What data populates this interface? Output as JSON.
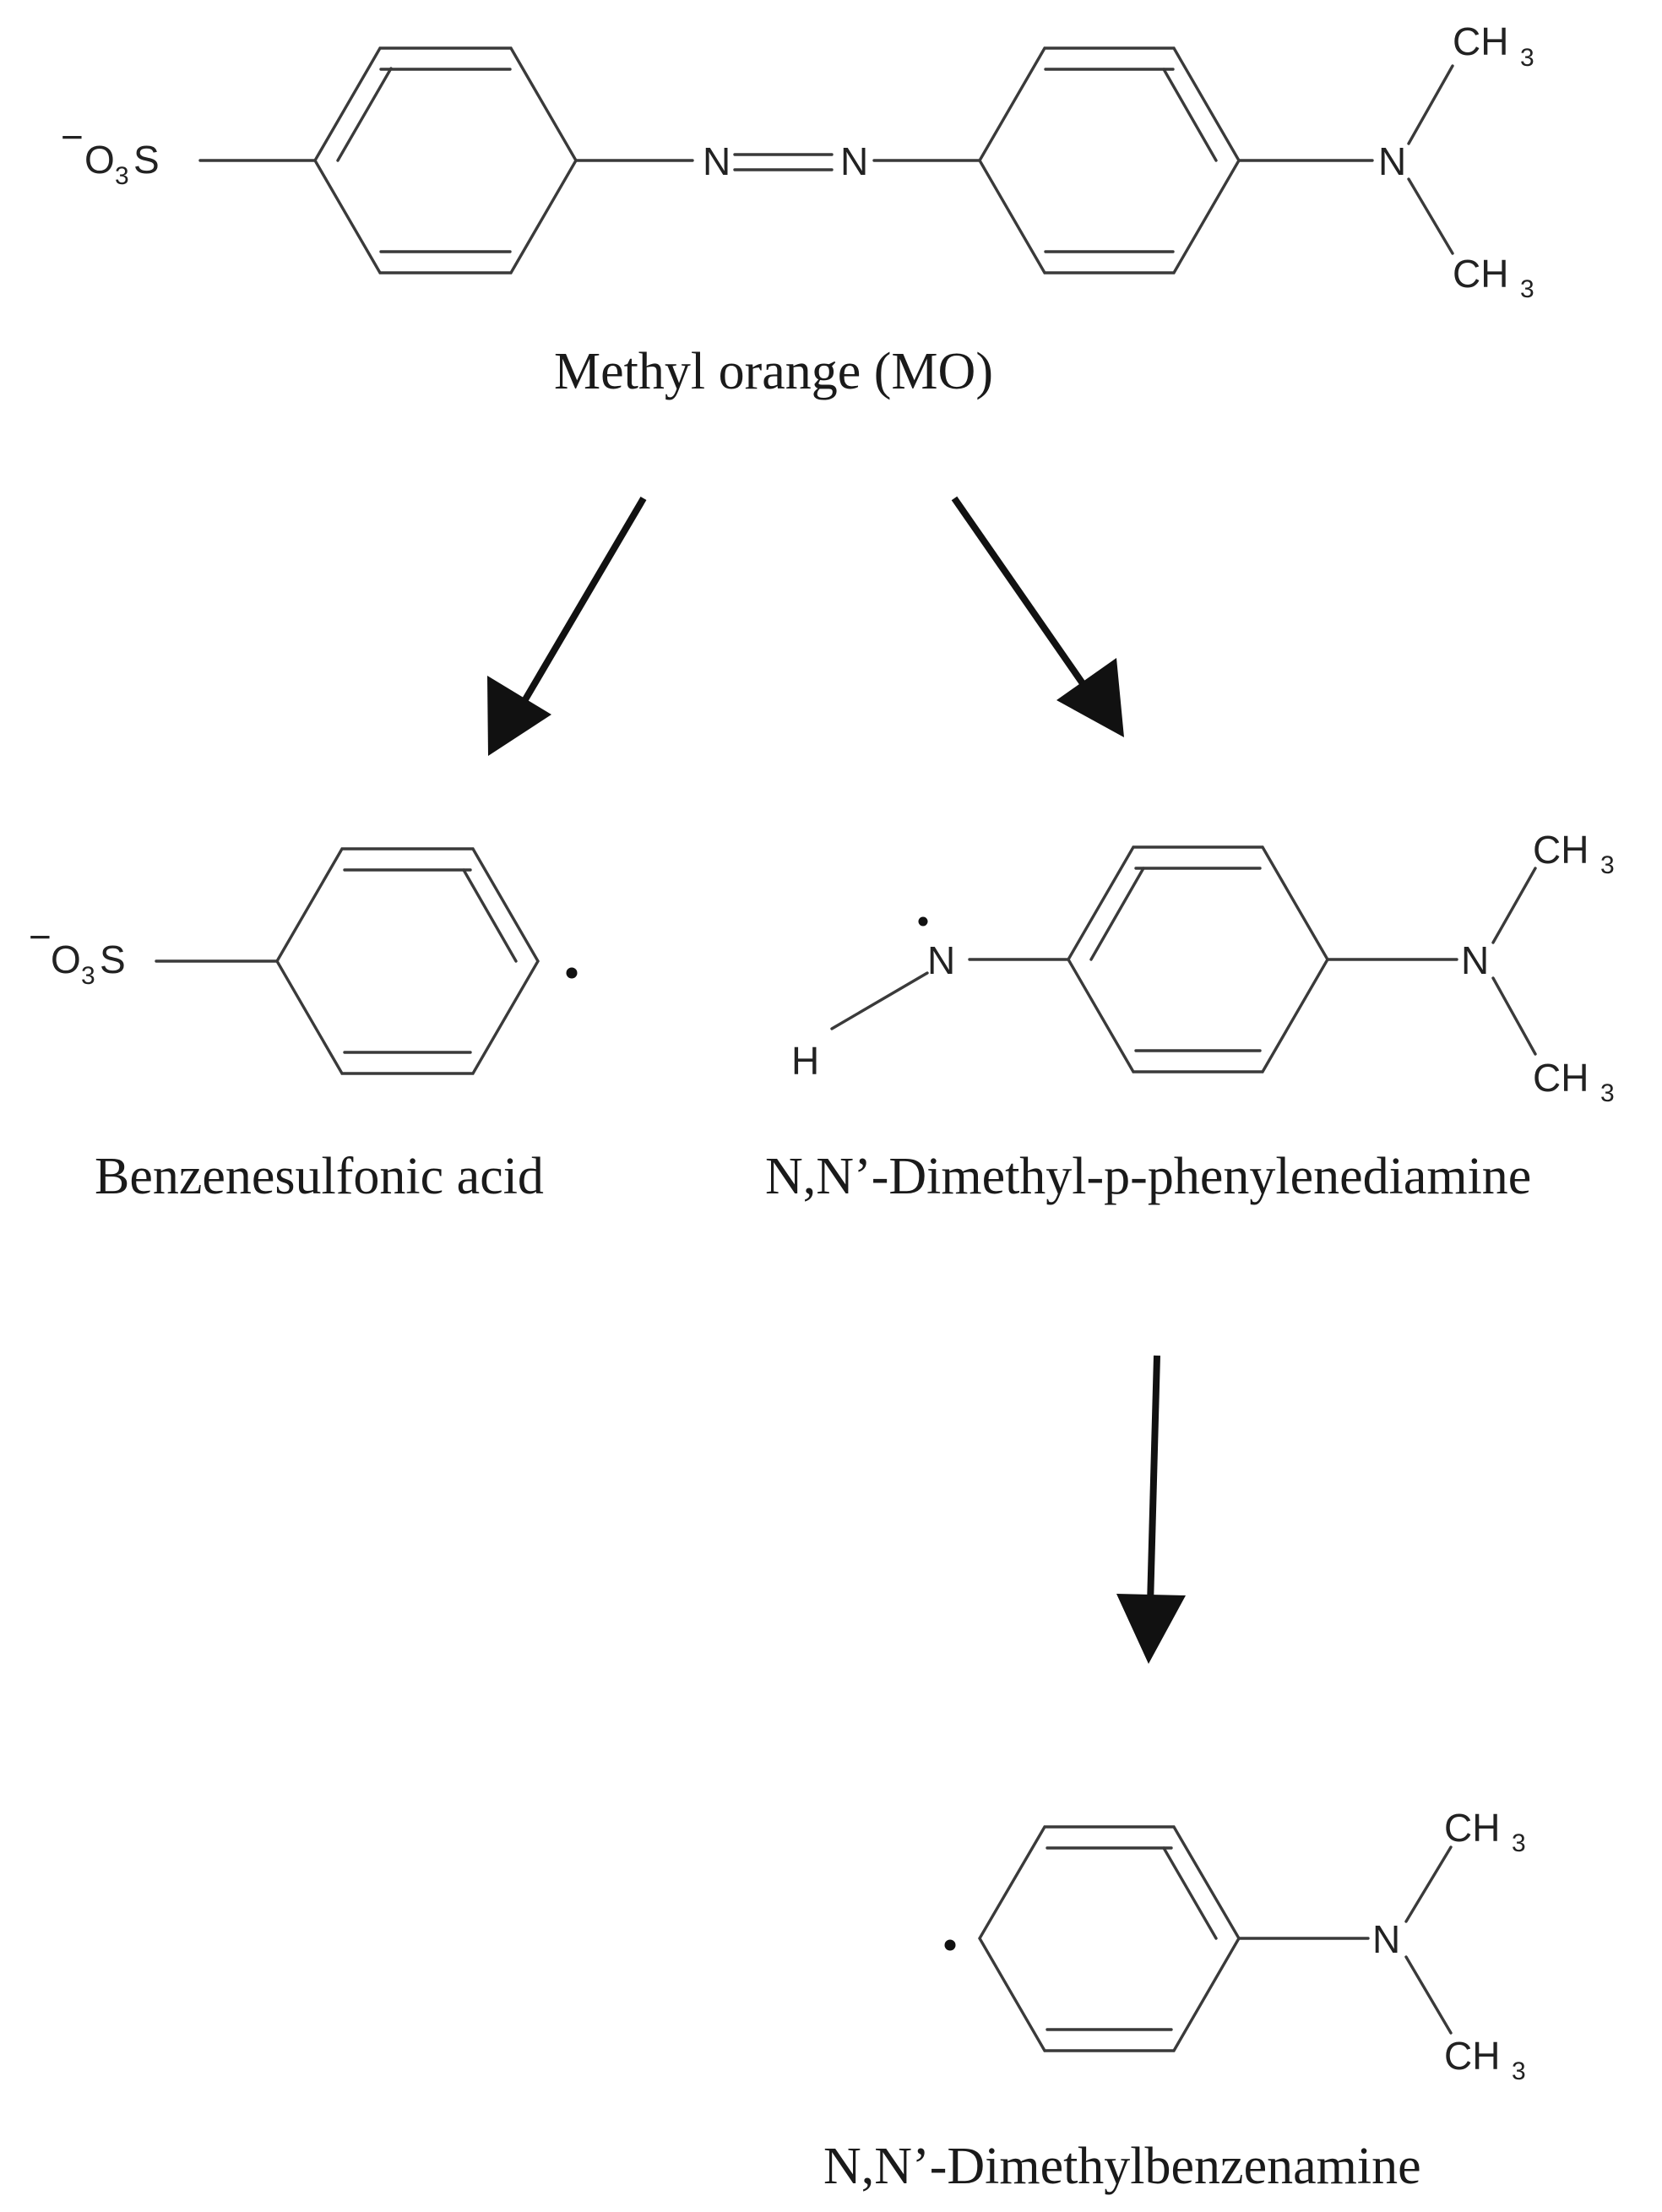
{
  "captions": {
    "methyl_orange": "Methyl orange (MO)",
    "benzenesulfonic": "Benzenesulfonic acid",
    "dmppd": "N,N’-Dimethyl-p-phenylenediamine",
    "dmba": "N,N’-Dimethylbenzenamine"
  },
  "atoms": {
    "minus": "−",
    "O": "O",
    "sub3": "3",
    "S": "S",
    "N": "N",
    "H": "H",
    "CH": "CH"
  },
  "colors": {
    "bond": "#3a3a3a",
    "arrow": "#111111",
    "text": "#222222"
  }
}
